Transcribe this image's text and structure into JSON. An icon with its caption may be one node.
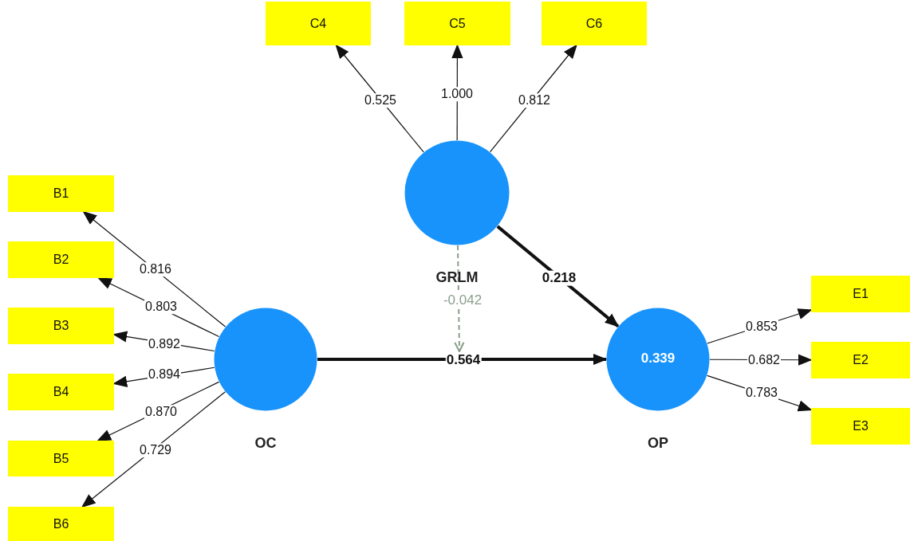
{
  "diagram": {
    "nodes": [
      {
        "text": [
          "C4"
        ]
      },
      {
        "text": [
          "C5"
        ]
      },
      {
        "text": [
          "C6"
        ]
      },
      {
        "text": [
          "GRLM"
        ]
      },
      {
        "text": [
          "B1"
        ]
      },
      {
        "text": [
          "B2"
        ]
      },
      {
        "text": [
          "B3"
        ]
      },
      {
        "text": [
          "B4"
        ]
      },
      {
        "text": [
          "B5"
        ]
      },
      {
        "text": [
          "B6"
        ]
      },
      {
        "text": [
          "OC"
        ]
      },
      {
        "text": [
          "0.339",
          "OP"
        ]
      },
      {
        "text": [
          "E1"
        ]
      },
      {
        "text": [
          "E2"
        ]
      },
      {
        "text": [
          "E3"
        ]
      }
    ],
    "edges": [
      {
        "from": 3,
        "to": 0,
        "arrow": "to",
        "label": "0.525"
      },
      {
        "from": 3,
        "to": 1,
        "arrow": "to",
        "label": "1.000"
      },
      {
        "from": 3,
        "to": 2,
        "arrow": "to",
        "label": "0.812"
      },
      {
        "from": 10,
        "to": 4,
        "arrow": "to",
        "label": "0.816"
      },
      {
        "from": 10,
        "to": 5,
        "arrow": "to",
        "label": "0.803"
      },
      {
        "from": 10,
        "to": 6,
        "arrow": "to",
        "label": "0.892"
      },
      {
        "from": 10,
        "to": 7,
        "arrow": "to",
        "label": "0.894"
      },
      {
        "from": 10,
        "to": 8,
        "arrow": "to",
        "label": "0.870"
      },
      {
        "from": 10,
        "to": 9,
        "arrow": "to",
        "label": "0.729"
      },
      {
        "from": 10,
        "to": 11,
        "arrow": "to",
        "label": "0.564",
        "style": "thick"
      },
      {
        "from": 3,
        "to": 11,
        "arrow": "to",
        "label": "0.218",
        "style": "thick"
      },
      {
        "from": 3,
        "to": null,
        "arrow": "to",
        "label": "-0.042",
        "style": "dashed",
        "color": "#8a9e8a"
      },
      {
        "from": 11,
        "to": 12,
        "arrow": "to",
        "label": "0.853"
      },
      {
        "from": 11,
        "to": 13,
        "arrow": "to",
        "label": "0.682"
      },
      {
        "from": 11,
        "to": 14,
        "arrow": "to",
        "label": "0.783"
      }
    ]
  }
}
